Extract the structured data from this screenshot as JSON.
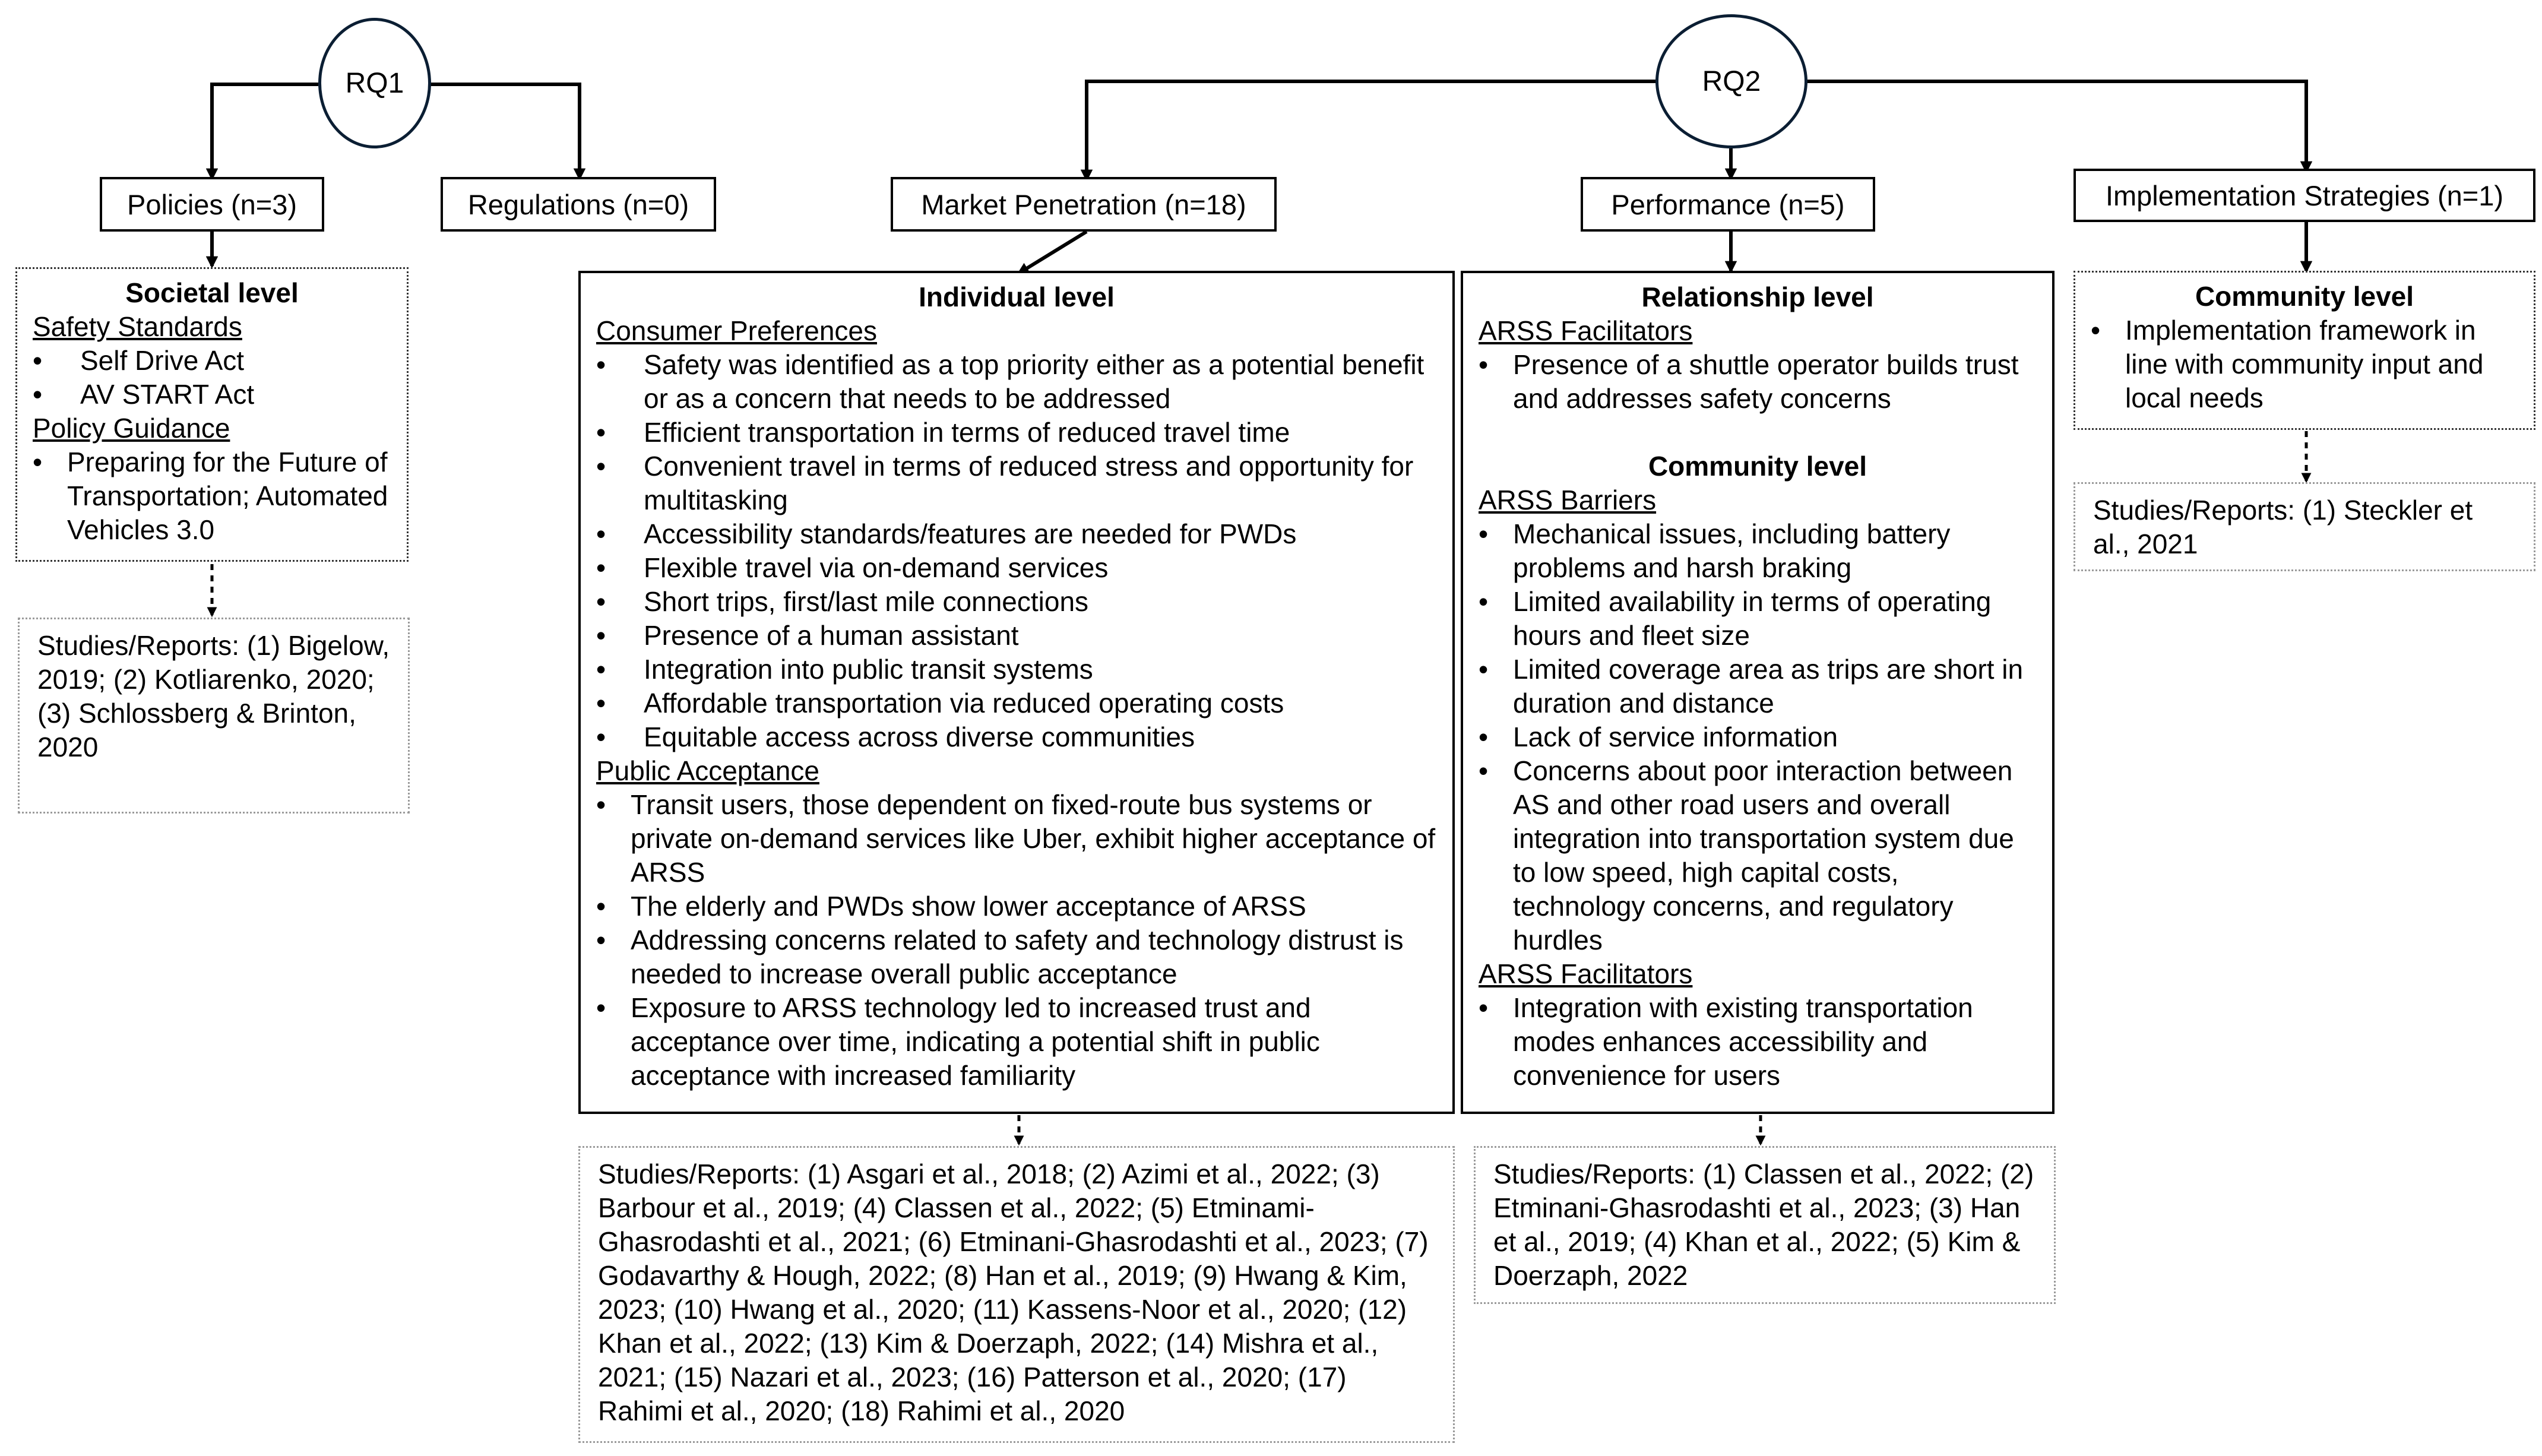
{
  "rq": {
    "rq1": "RQ1",
    "rq2": "RQ2"
  },
  "categories": {
    "policies": "Policies (n=3)",
    "regulations": "Regulations (n=0)",
    "market": "Market Penetration (n=18)",
    "performance": "Performance (n=5)",
    "strategies": "Implementation Strategies (n=1)"
  },
  "societal": {
    "title": "Societal level",
    "safety_heading": "Safety Standards",
    "safety_items": [
      "Self Drive Act",
      "AV START Act"
    ],
    "policy_heading": "Policy Guidance",
    "policy_items": [
      "Preparing for the Future of Transportation; Automated Vehicles 3.0"
    ],
    "studies": "Studies/Reports: (1) Bigelow, 2019; (2) Kotliarenko, 2020; (3) Schlossberg & Brinton, 2020"
  },
  "individual": {
    "title": "Individual level",
    "consumer_heading": "Consumer Preferences",
    "consumer_items": [
      "Safety was identified as a top priority either as a potential benefit or as a concern that needs to be addressed",
      "Efficient transportation in terms of reduced travel time",
      "Convenient travel in terms of reduced stress and opportunity for multitasking",
      "Accessibility standards/features are needed for PWDs",
      "Flexible travel via on-demand services",
      "Short trips, first/last mile connections",
      "Presence of a human assistant",
      "Integration into public transit systems",
      "Affordable transportation via reduced operating costs",
      "Equitable access across diverse communities"
    ],
    "public_heading": "Public Acceptance",
    "public_items": [
      "Transit users, those dependent on fixed-route bus systems or private on-demand services like Uber, exhibit higher acceptance of ARSS",
      "The elderly and PWDs show lower acceptance of ARSS",
      "Addressing concerns related to safety and technology distrust is needed to increase overall public acceptance",
      "Exposure to ARSS technology led to increased trust and acceptance over time, indicating a potential shift in public acceptance with increased familiarity"
    ],
    "studies": "Studies/Reports: (1) Asgari et al., 2018; (2) Azimi et al., 2022; (3) Barbour et al., 2019; (4) Classen et al., 2022; (5) Etminami-Ghasrodashti et al., 2021; (6) Etminani-Ghasrodashti et al., 2023; (7) Godavarthy & Hough, 2022; (8) Han et al., 2019; (9) Hwang & Kim, 2023; (10) Hwang et al., 2020; (11) Kassens-Noor et al., 2020; (12) Khan et al., 2022; (13) Kim & Doerzaph, 2022; (14) Mishra et al., 2021; (15) Nazari et al., 2023; (16) Patterson et al., 2020; (17) Rahimi et al., 2020; (18) Rahimi et al., 2020"
  },
  "relationship": {
    "title": "Relationship level",
    "facilitators_heading": "ARSS Facilitators",
    "facilitators_items": [
      "Presence of a shuttle operator builds trust and addresses safety concerns"
    ],
    "community_title": "Community level",
    "barriers_heading": "ARSS Barriers",
    "barriers_items": [
      "Mechanical issues, including battery problems and harsh braking",
      "Limited availability in terms of operating hours and fleet size",
      "Limited coverage area as trips are short in duration and distance",
      "Lack of service information",
      "Concerns about poor interaction between AS and other road users and overall integration into transportation system due to low speed, high capital costs, technology concerns, and regulatory hurdles"
    ],
    "facilitators2_heading": "ARSS Facilitators",
    "facilitators2_items": [
      "Integration with existing transportation modes enhances accessibility and convenience for users"
    ],
    "studies": "Studies/Reports: (1) Classen et al., 2022; (2) Etminani-Ghasrodashti et al., 2023; (3) Han et al., 2019; (4) Khan et al., 2022; (5) Kim & Doerzaph, 2022"
  },
  "community": {
    "title": "Community level",
    "items": [
      "Implementation framework in line with community input and local needs"
    ],
    "studies": "Studies/Reports: (1) Steckler et al., 2021"
  }
}
